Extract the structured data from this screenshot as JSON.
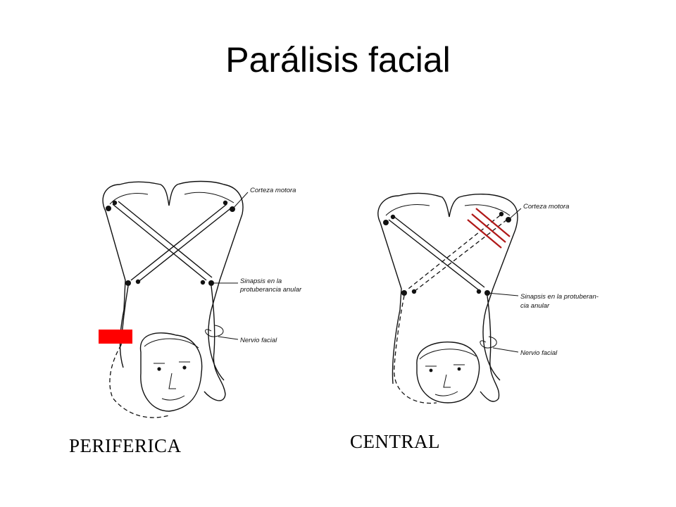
{
  "slide": {
    "title": "Parálisis facial"
  },
  "diagram_left": {
    "label_cortex": "Corteza motora",
    "label_synapse_line1": "Sinapsis en la",
    "label_synapse_line2": "protuberancia anular",
    "label_nerve": "Nervio facial",
    "caption": "PERIFERICA",
    "lesion_color": "#ff0000"
  },
  "diagram_right": {
    "label_cortex": "Corteza motora",
    "label_synapse_line1": "Sinapsis en la protuberan-",
    "label_synapse_line2": "cia anular",
    "label_nerve": "Nervio facial",
    "caption": "CENTRAL",
    "lesion_color": "#b01818"
  }
}
